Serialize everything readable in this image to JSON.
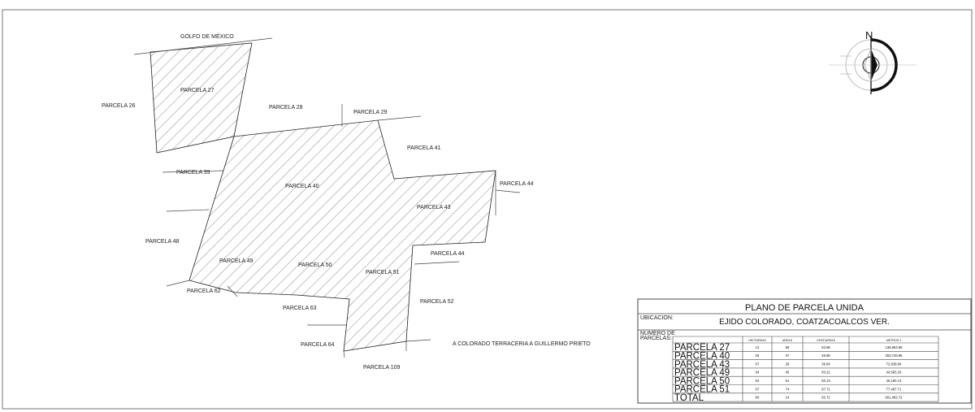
{
  "map": {
    "labels": {
      "golfo": "GOLFO DE MÉXICO",
      "p26": "PARCELA 26",
      "p27": "PARCELA 27",
      "p28": "PARCELA 28",
      "p29": "PARCELA 29",
      "p41": "PARCELA 41",
      "p39": "PARCELA 39",
      "p40": "PARCELA 40",
      "p44a": "PARCELA 44",
      "p43": "PARCELA 43",
      "p48": "PARCELA 48",
      "p44b": "PARCELA 44",
      "p49": "PARCELA 49",
      "p50": "PARCELA 50",
      "p51": "PARCELA 51",
      "p62": "PARCELA 62",
      "p52": "PARCELA 52",
      "p63": "PARCELA 63",
      "p64": "PARCELA 64",
      "road": "A COLORADO TERRACERIA A GUILLERMO PRIETO",
      "p109": "PARCELA 109"
    },
    "north": "N"
  },
  "title_block": {
    "title": "PLANO DE PARCELA UNIDA",
    "ubicacion_label": "UBICACION:",
    "ubicacion": "EJIDO COLORADO, COATZACOALCOS VER.",
    "numero_label_1": "NUMERO DE",
    "numero_label_2": "PARCELAS:",
    "headers": [
      "HECTAREAS",
      "AREAS",
      "CENTIAREAS",
      "METROS 2"
    ],
    "rows": [
      {
        "name": "PARCELA 27",
        "ha": "13",
        "a": "68",
        "ca": "64.98",
        "m2": "136,864.89"
      },
      {
        "name": "PARCELA 40",
        "ha": "25",
        "a": "37",
        "ca": "46.86",
        "m2": "253,746.86"
      },
      {
        "name": "PARCELA 43",
        "ha": "07",
        "a": "28",
        "ca": "39.84",
        "m2": "72,839.84"
      },
      {
        "name": "PARCELA 49",
        "ha": "04",
        "a": "45",
        "ca": "83.22",
        "m2": "44,583.20"
      },
      {
        "name": "PARCELA 50",
        "ha": "04",
        "a": "61",
        "ca": "60.13",
        "m2": "46,160.13"
      },
      {
        "name": "PARCELA 51",
        "ha": "07",
        "a": "74",
        "ca": "87.71",
        "m2": "77,487.71"
      },
      {
        "name": "TOTAL",
        "ha": "60",
        "a": "14",
        "ca": "82.72",
        "m2": "601,482.72"
      }
    ]
  }
}
